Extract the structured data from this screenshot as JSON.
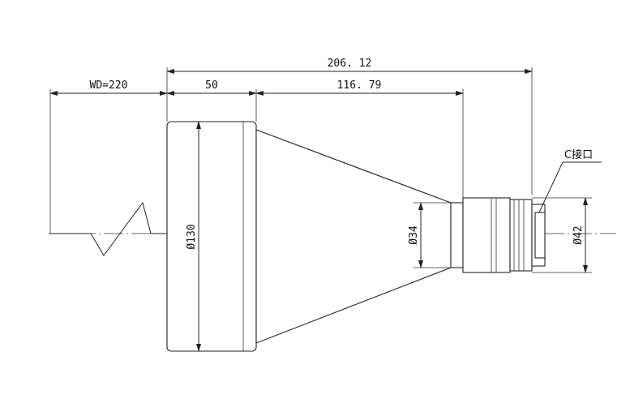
{
  "dimensions": {
    "total_length": "206. 12",
    "working_distance": "WD=220",
    "front_length": "50",
    "body_length": "116. 79"
  },
  "diameters": {
    "front": "Ø130",
    "rear_barrel": "Ø34",
    "mount": "Ø42"
  },
  "labels": {
    "mount": "C接口"
  }
}
